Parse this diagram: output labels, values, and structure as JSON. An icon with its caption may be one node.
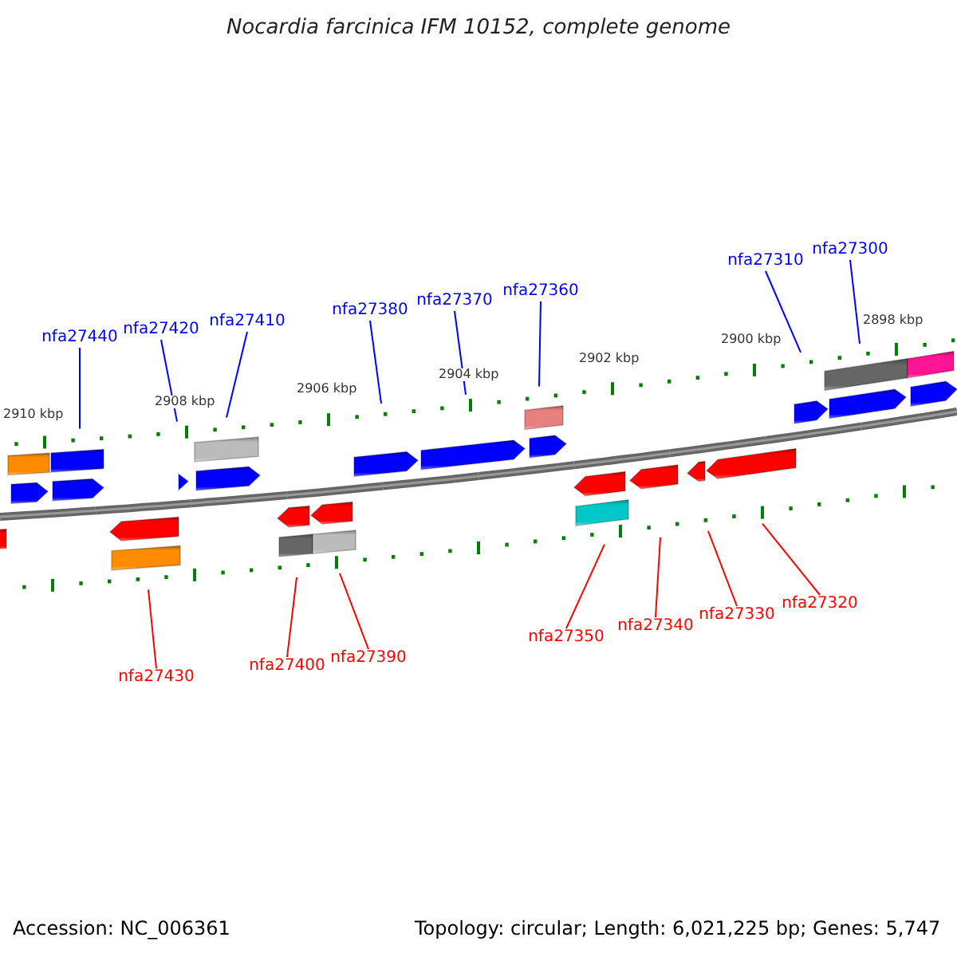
{
  "diagram": {
    "title": "Nocardia farcinica IFM 10152, complete genome",
    "nodes": [
      {
        "text": [
          "nfa27440"
        ]
      },
      {
        "text": [
          "nfa27420"
        ]
      },
      {
        "text": [
          "nfa27410"
        ]
      },
      {
        "text": [
          "nfa27380"
        ]
      },
      {
        "text": [
          "nfa27370"
        ]
      },
      {
        "text": [
          "nfa27360"
        ]
      },
      {
        "text": [
          "nfa27310"
        ]
      },
      {
        "text": [
          "nfa27300"
        ]
      },
      {
        "text": [
          "nfa27430"
        ]
      },
      {
        "text": [
          "nfa27400"
        ]
      },
      {
        "text": [
          "nfa27390"
        ]
      },
      {
        "text": [
          "nfa27350"
        ]
      },
      {
        "text": [
          "nfa27340"
        ]
      },
      {
        "text": [
          "nfa27330"
        ]
      },
      {
        "text": [
          "nfa27320"
        ]
      }
    ],
    "edges": [
      {
        "from": 0,
        "to": null,
        "arrow": "none"
      },
      {
        "from": 1,
        "to": null,
        "arrow": "none"
      },
      {
        "from": 2,
        "to": null,
        "arrow": "none"
      },
      {
        "from": 3,
        "to": null,
        "arrow": "none"
      },
      {
        "from": 4,
        "to": null,
        "arrow": "none"
      },
      {
        "from": 5,
        "to": null,
        "arrow": "none"
      },
      {
        "from": 6,
        "to": null,
        "arrow": "none"
      },
      {
        "from": 7,
        "to": null,
        "arrow": "none"
      },
      {
        "from": 8,
        "to": null,
        "arrow": "none",
        "color": "#ff0000"
      },
      {
        "from": 9,
        "to": null,
        "arrow": "none",
        "color": "#ff0000"
      },
      {
        "from": 10,
        "to": null,
        "arrow": "none",
        "color": "#ff0000"
      },
      {
        "from": 11,
        "to": null,
        "arrow": "none",
        "color": "#ff0000"
      },
      {
        "from": 12,
        "to": null,
        "arrow": "none",
        "color": "#ff0000"
      },
      {
        "from": 13,
        "to": null,
        "arrow": "none",
        "color": "#ff0000"
      },
      {
        "from": 14,
        "to": null,
        "arrow": "none",
        "color": "#ff0000"
      }
    ],
    "labels": [
      "2910 kbp",
      "2908 kbp",
      "2906 kbp",
      "2904 kbp",
      "2902 kbp",
      "2900 kbp",
      "2898 kbp",
      "Accession: NC_006361",
      "Topology: circular; Length: 6,021,225 bp; Genes: 5,747"
    ]
  }
}
